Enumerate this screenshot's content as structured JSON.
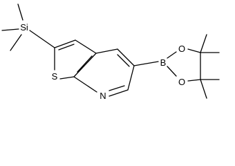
{
  "molecule": {
    "atoms": {
      "si": "Si",
      "s": "S",
      "n": "N",
      "b": "B",
      "o_upper": "O",
      "o_lower": "O"
    }
  },
  "colors": {
    "bond": "#000000",
    "background": "#ffffff"
  }
}
